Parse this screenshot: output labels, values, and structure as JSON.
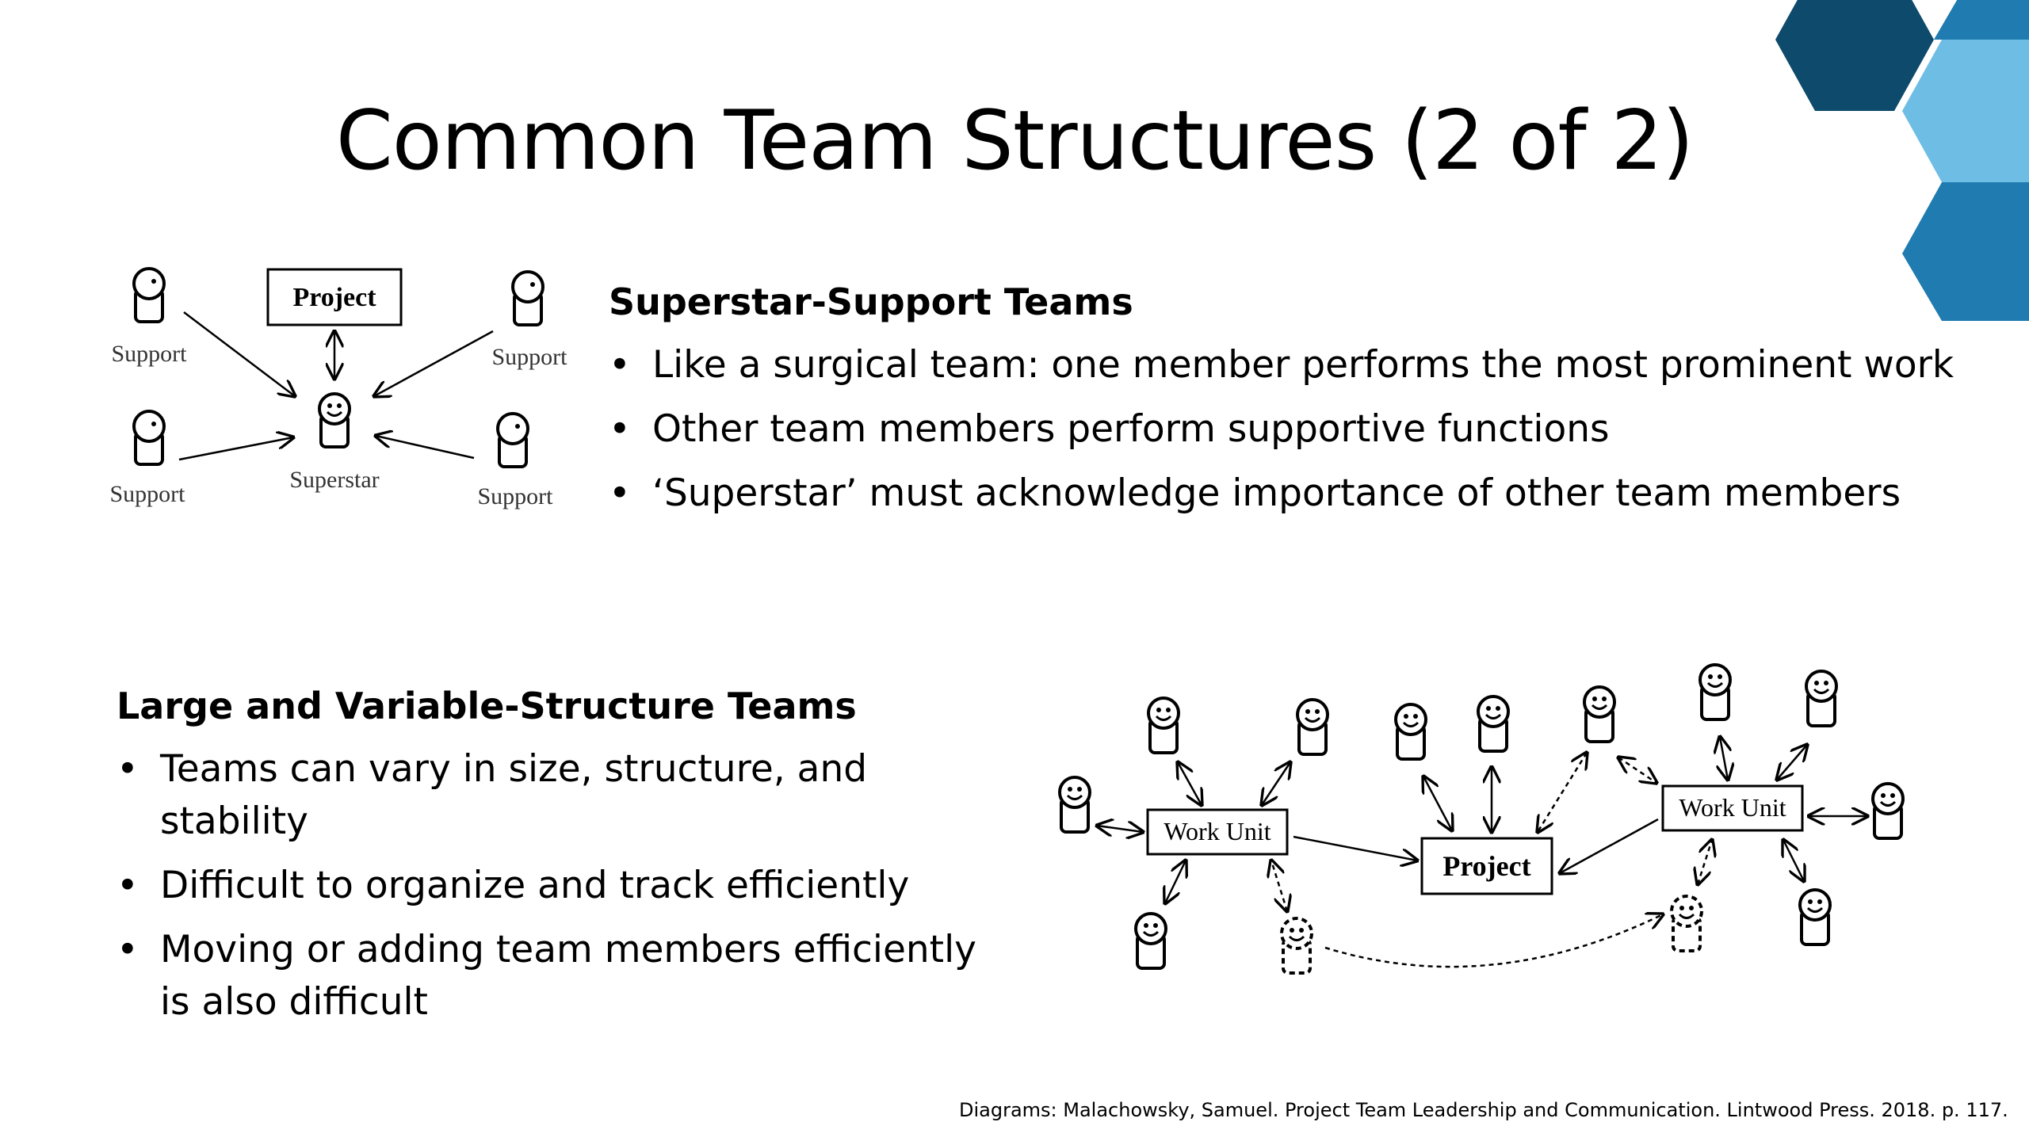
{
  "slide": {
    "title": "Common Team Structures (2 of 2)",
    "colors": {
      "hex_dark": "#0e4a6b",
      "hex_mid": "#1f7bb0",
      "hex_light": "#6dbde4"
    }
  },
  "superstar_section": {
    "heading": "Superstar-Support Teams",
    "bullets": [
      "Like a surgical team: one member performs the most prominent work",
      "Other team members perform supportive functions",
      "‘Superstar’ must acknowledge importance of other team members"
    ]
  },
  "large_section": {
    "heading": "Large and Variable-Structure Teams",
    "bullets": [
      "Teams can vary in size, structure, and stability",
      "Difficult to organize and track efficiently",
      "Moving or adding team members efficiently is also difficult"
    ]
  },
  "diagram_superstar": {
    "project_label": "Project",
    "center_label": "Superstar",
    "support_labels": [
      "Support",
      "Support",
      "Support",
      "Support"
    ]
  },
  "diagram_large": {
    "work_unit_labels": [
      "Work Unit",
      "Work Unit"
    ],
    "project_label": "Project"
  },
  "citation": "Diagrams: Malachowsky, Samuel. Project Team Leadership and Communication. Lintwood Press. 2018. p. 117."
}
